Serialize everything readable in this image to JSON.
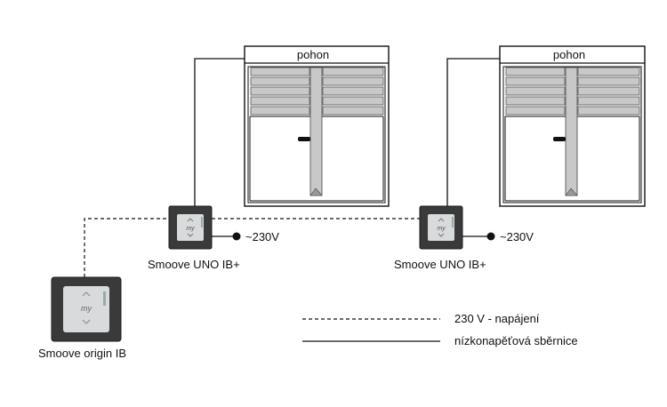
{
  "windows": [
    {
      "drive_label": "pohon"
    },
    {
      "drive_label": "pohon"
    }
  ],
  "controllers": [
    {
      "label": "Smoove UNO IB+",
      "voltage": "~230V",
      "key_label": "my"
    },
    {
      "label": "Smoove UNO IB+",
      "voltage": "~230V",
      "key_label": "my"
    }
  ],
  "switch": {
    "label": "Smoove origin IB",
    "key_label": "my"
  },
  "legend": {
    "dashed": "230 V - napájení",
    "solid": "nízkonapěťová sběrnice"
  },
  "colors": {
    "line": "#111111",
    "frame": "#222222",
    "slat": "#c8c8c8",
    "device_dark": "#3a3a3a",
    "device_face": "#d8dadc"
  }
}
